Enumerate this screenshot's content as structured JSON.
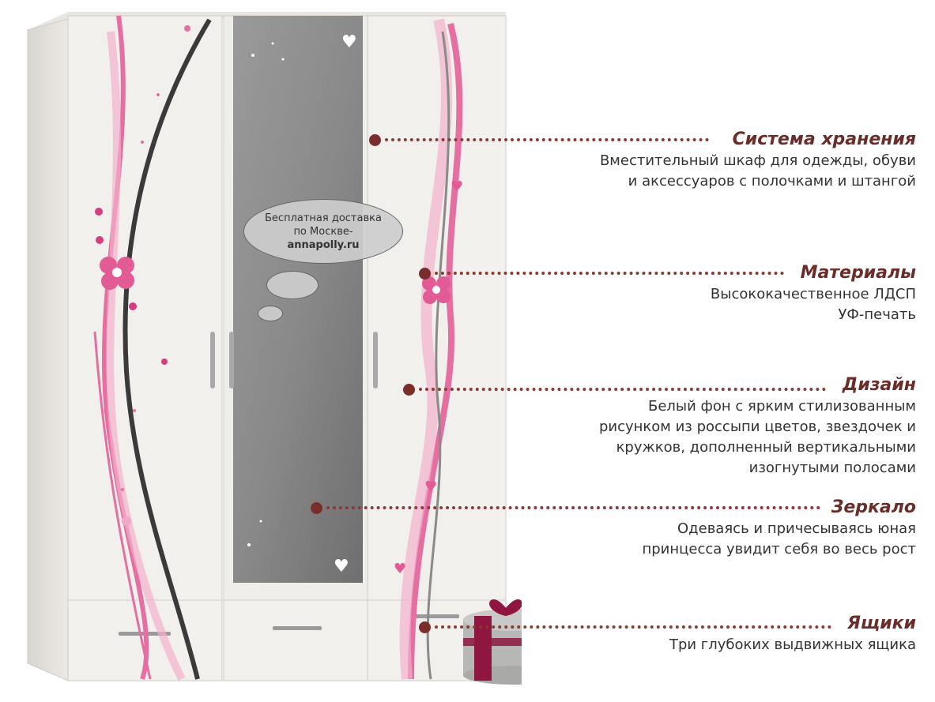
{
  "bubble": {
    "line1": "Бесплатная доставка",
    "line2": "по Москве-",
    "site": "annapolly.ru"
  },
  "callouts": [
    {
      "title": "Система хранения",
      "lines": [
        "Вместительный шкаф для одежды, обуви",
        "и аксессуаров с полочками и штангой"
      ]
    },
    {
      "title": "Материалы",
      "lines": [
        "Высококачественное ЛДСП",
        "УФ-печать"
      ]
    },
    {
      "title": "Дизайн",
      "lines": [
        "Белый фон с ярким стилизованным",
        "рисунком из россыпи цветов, звездочек и",
        "кружков, дополненный вертикальными",
        "изогнутыми полосами"
      ]
    },
    {
      "title": "Зеркало",
      "lines": [
        "Одеваясь и причесываясь юная",
        "принцесса увидит себя во весь рост"
      ]
    },
    {
      "title": "Ящики",
      "lines": [
        "Три глубоких выдвижных ящика"
      ]
    }
  ],
  "colors": {
    "accent": "#6b2d2a",
    "dot": "#7a2e2c",
    "pink": "#e06a9b",
    "panel": "#f1efec"
  }
}
